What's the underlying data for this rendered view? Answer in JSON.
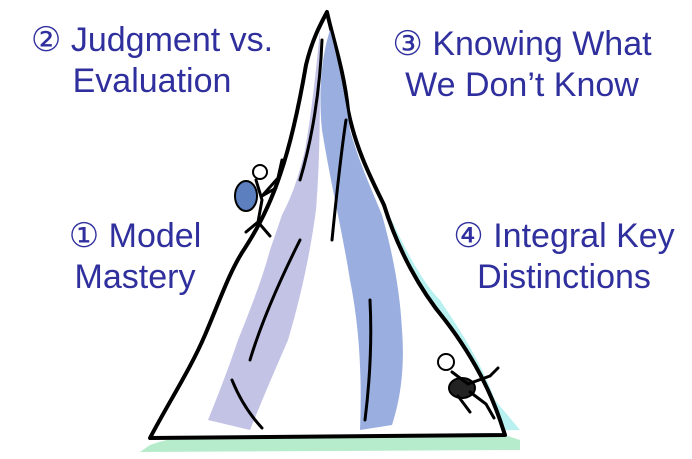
{
  "labels": {
    "judgment": {
      "marker": "②",
      "line1": "Judgment vs.",
      "line2": "Evaluation"
    },
    "knowing": {
      "marker": "③",
      "line1": "Knowing What",
      "line2": "We Don’t Know"
    },
    "model": {
      "marker": "①",
      "line1": "Model",
      "line2": "Mastery"
    },
    "integral": {
      "marker": "④",
      "line1": "Integral Key",
      "line2": "Distinctions"
    }
  },
  "colors": {
    "text": "#2f2f9e",
    "outline": "#000000",
    "shade_blue": "#9aaee0",
    "shade_lavender": "#c3c3e6",
    "shade_cyan": "#b9f0f0",
    "base_green": "#b6eccb"
  },
  "illustration": {
    "subject": "mountain-peak-clipart",
    "figures": [
      "climber-with-backpack",
      "falling-climber"
    ]
  }
}
